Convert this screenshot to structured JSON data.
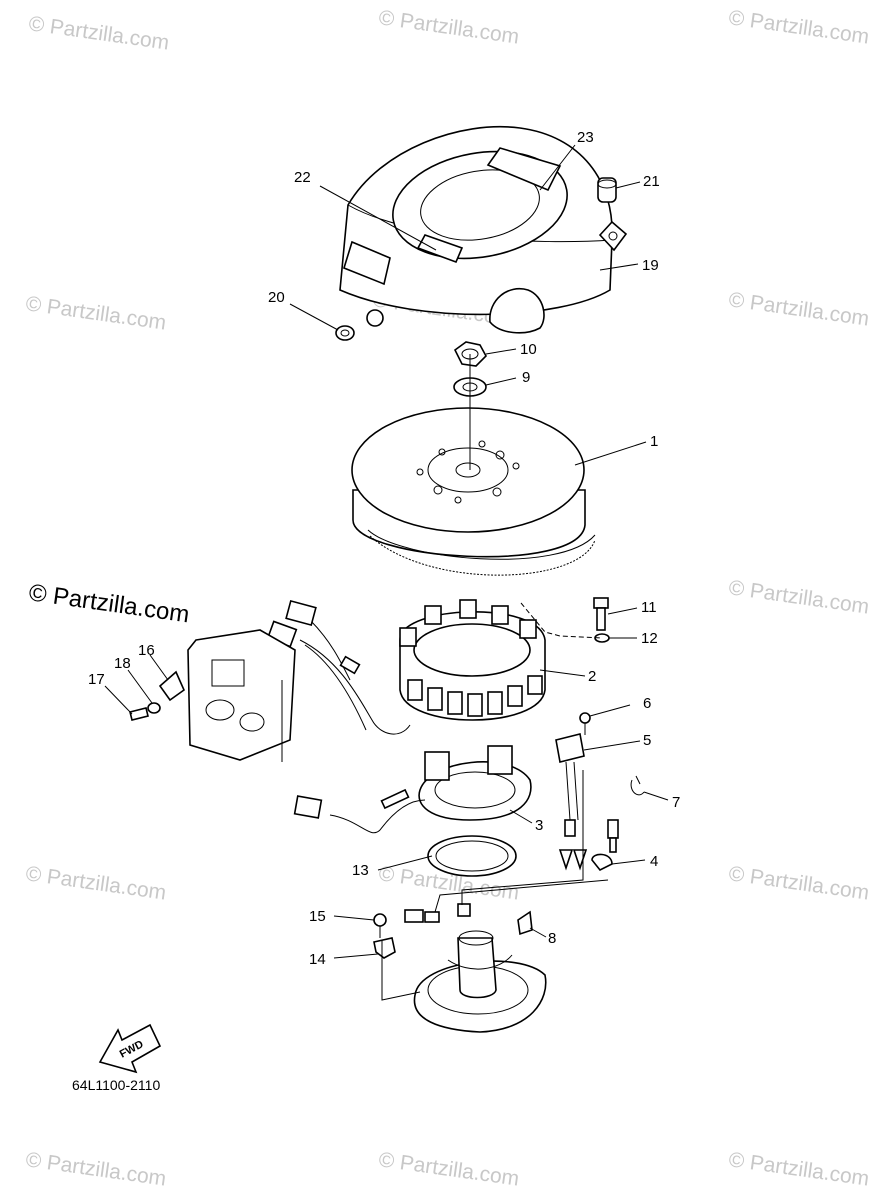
{
  "watermark": {
    "text": "© Partzilla.com",
    "main_text": "© Partzilla.com"
  },
  "diagram_code": "64L1100-2110",
  "fwd_label": "FWD",
  "callouts": [
    {
      "num": "1"
    },
    {
      "num": "2"
    },
    {
      "num": "3"
    },
    {
      "num": "4"
    },
    {
      "num": "5"
    },
    {
      "num": "6"
    },
    {
      "num": "7"
    },
    {
      "num": "8"
    },
    {
      "num": "9"
    },
    {
      "num": "10"
    },
    {
      "num": "11"
    },
    {
      "num": "12"
    },
    {
      "num": "13"
    },
    {
      "num": "14"
    },
    {
      "num": "15"
    },
    {
      "num": "16"
    },
    {
      "num": "17"
    },
    {
      "num": "18"
    },
    {
      "num": "19"
    },
    {
      "num": "20"
    },
    {
      "num": "21"
    },
    {
      "num": "22"
    },
    {
      "num": "23"
    }
  ]
}
